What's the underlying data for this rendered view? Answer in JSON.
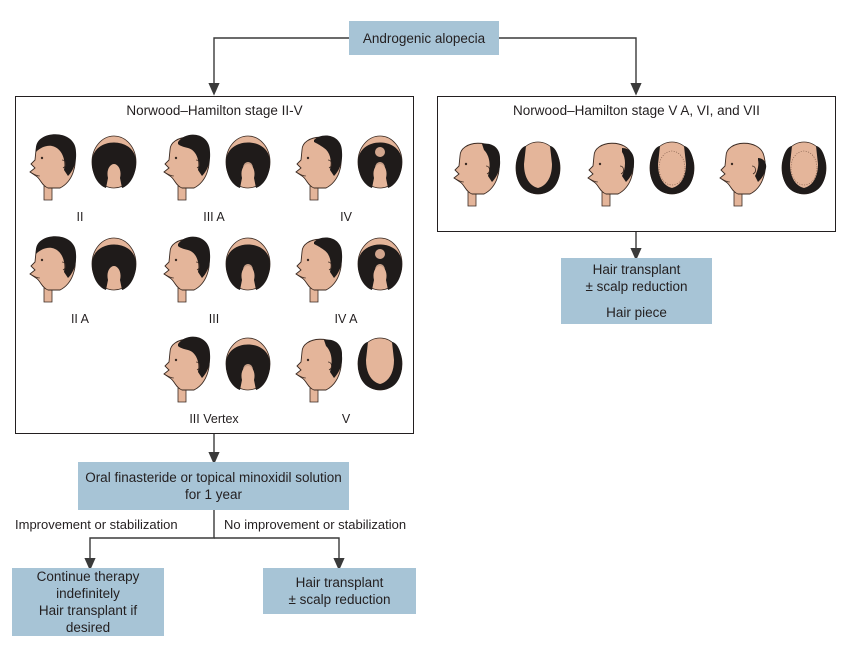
{
  "nodes": {
    "root": "Androgenic alopecia",
    "group_left_title": "Norwood–Hamilton stage II-V",
    "group_right_title": "Norwood–Hamilton stage V A, VI, and VII",
    "right_treatment": [
      "Hair transplant",
      "± scalp reduction",
      "Hair piece"
    ],
    "medical_therapy": [
      "Oral finasteride or topical minoxidil solution",
      "for 1 year"
    ],
    "branch_left_label": "Improvement or stabilization",
    "branch_right_label": "No improvement or stabilization",
    "continue_therapy": [
      "Continue therapy",
      "indefinitely",
      "Hair transplant if desired"
    ],
    "transplant_outcome": [
      "Hair transplant",
      "± scalp reduction"
    ]
  },
  "stages_left": [
    "II",
    "III A",
    "IV",
    "II A",
    "III",
    "IV A",
    "III Vertex",
    "V"
  ],
  "colors": {
    "box": "#a7c4d6",
    "skin": "#e4b59a",
    "hair": "#1f1b1a",
    "line": "#3a3a3a"
  }
}
